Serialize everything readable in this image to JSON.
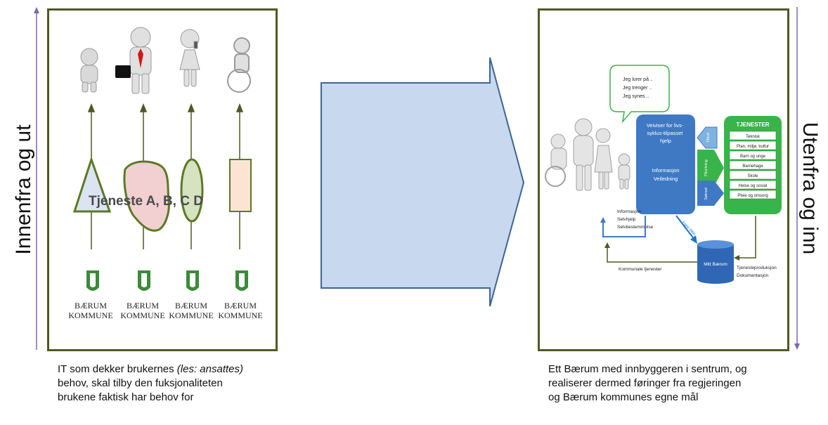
{
  "left_side_label": "Innenfra og ut",
  "right_side_label": "Utenfra og inn",
  "left_panel": {
    "services_label": "Tjeneste A, B, C D",
    "logo_line1": "BÆRUM",
    "logo_line2": "KOMMUNE"
  },
  "right_panel": {
    "bubble_lines": [
      "Jeg lurer på ..",
      "Jeg trenger ..",
      "Jeg synes .."
    ],
    "guide_title": "Veiviser for livs-syklus-tilpasset hjelp",
    "guide_sub1": "Informasjon",
    "guide_sub2": "Veiledning",
    "arrow_tilbud": "Tilbud",
    "arrow_paavirkning": "Påvirkning",
    "arrow_soknad": "Søknad",
    "services_header": "TJENESTER",
    "services": [
      "Teknisk",
      "Plan, miljø, kultur",
      "Barn og unge",
      "Barnehage",
      "Skole",
      "Helse og sosial",
      "Pleie og omsorg"
    ],
    "self_service_lines": [
      "Informasjon",
      "Selvhjelp",
      "Selvbestemmelse"
    ],
    "own_data": "Egne data",
    "db_label": "Mitt Bærum",
    "municipal_services": "Kommunale tjenester",
    "production_lines": [
      "Tjenesteproduksjon",
      "Dokumentasjon"
    ]
  },
  "left_caption": {
    "part1": "IT som dekker brukernes ",
    "part2_italic": "(les: ansattes)",
    "part3": " behov, skal tilby den fuksjonaliteten brukene faktisk har behov for"
  },
  "right_caption": "Ett Bærum med innbyggeren i sentrum, og realiserer dermed føringer fra regjeringen og Bærum kommunes egne mål",
  "colors": {
    "frame": "#4e5a22",
    "big_arrow_fill": "#c7d8ef",
    "big_arrow_stroke": "#3d6592",
    "guide_blue": "#3f79c4",
    "services_green": "#39b44a",
    "side_arrow": "#7b6aa8"
  }
}
